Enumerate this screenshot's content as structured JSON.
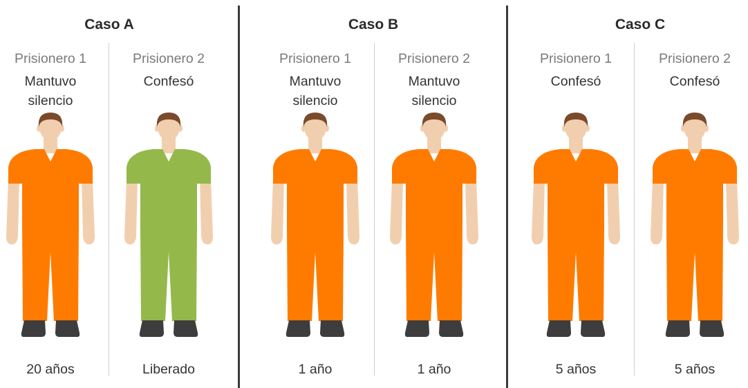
{
  "cases": [
    {
      "title": "Caso A",
      "prisoners": [
        {
          "label": "Prisionero 1",
          "action": "Mantuvo silencio",
          "outcome": "20 años",
          "uniform_color": "#ff7b00"
        },
        {
          "label": "Prisionero 2",
          "action": "Confesó",
          "outcome": "Liberado",
          "uniform_color": "#94b94a"
        }
      ]
    },
    {
      "title": "Caso B",
      "prisoners": [
        {
          "label": "Prisionero 1",
          "action": "Mantuvo silencio",
          "outcome": "1 año",
          "uniform_color": "#ff7b00"
        },
        {
          "label": "Prisionero 2",
          "action": "Mantuvo silencio",
          "outcome": "1 año",
          "uniform_color": "#ff7b00"
        }
      ]
    },
    {
      "title": "Caso C",
      "prisoners": [
        {
          "label": "Prisionero 1",
          "action": "Confesó",
          "outcome": "5 años",
          "uniform_color": "#ff7b00"
        },
        {
          "label": "Prisionero 2",
          "action": "Confesó",
          "outcome": "5 años",
          "uniform_color": "#ff7b00"
        }
      ]
    }
  ],
  "colors": {
    "skin": "#f1cfae",
    "hair": "#7a4a2c",
    "shoes": "#3d3d3d"
  }
}
